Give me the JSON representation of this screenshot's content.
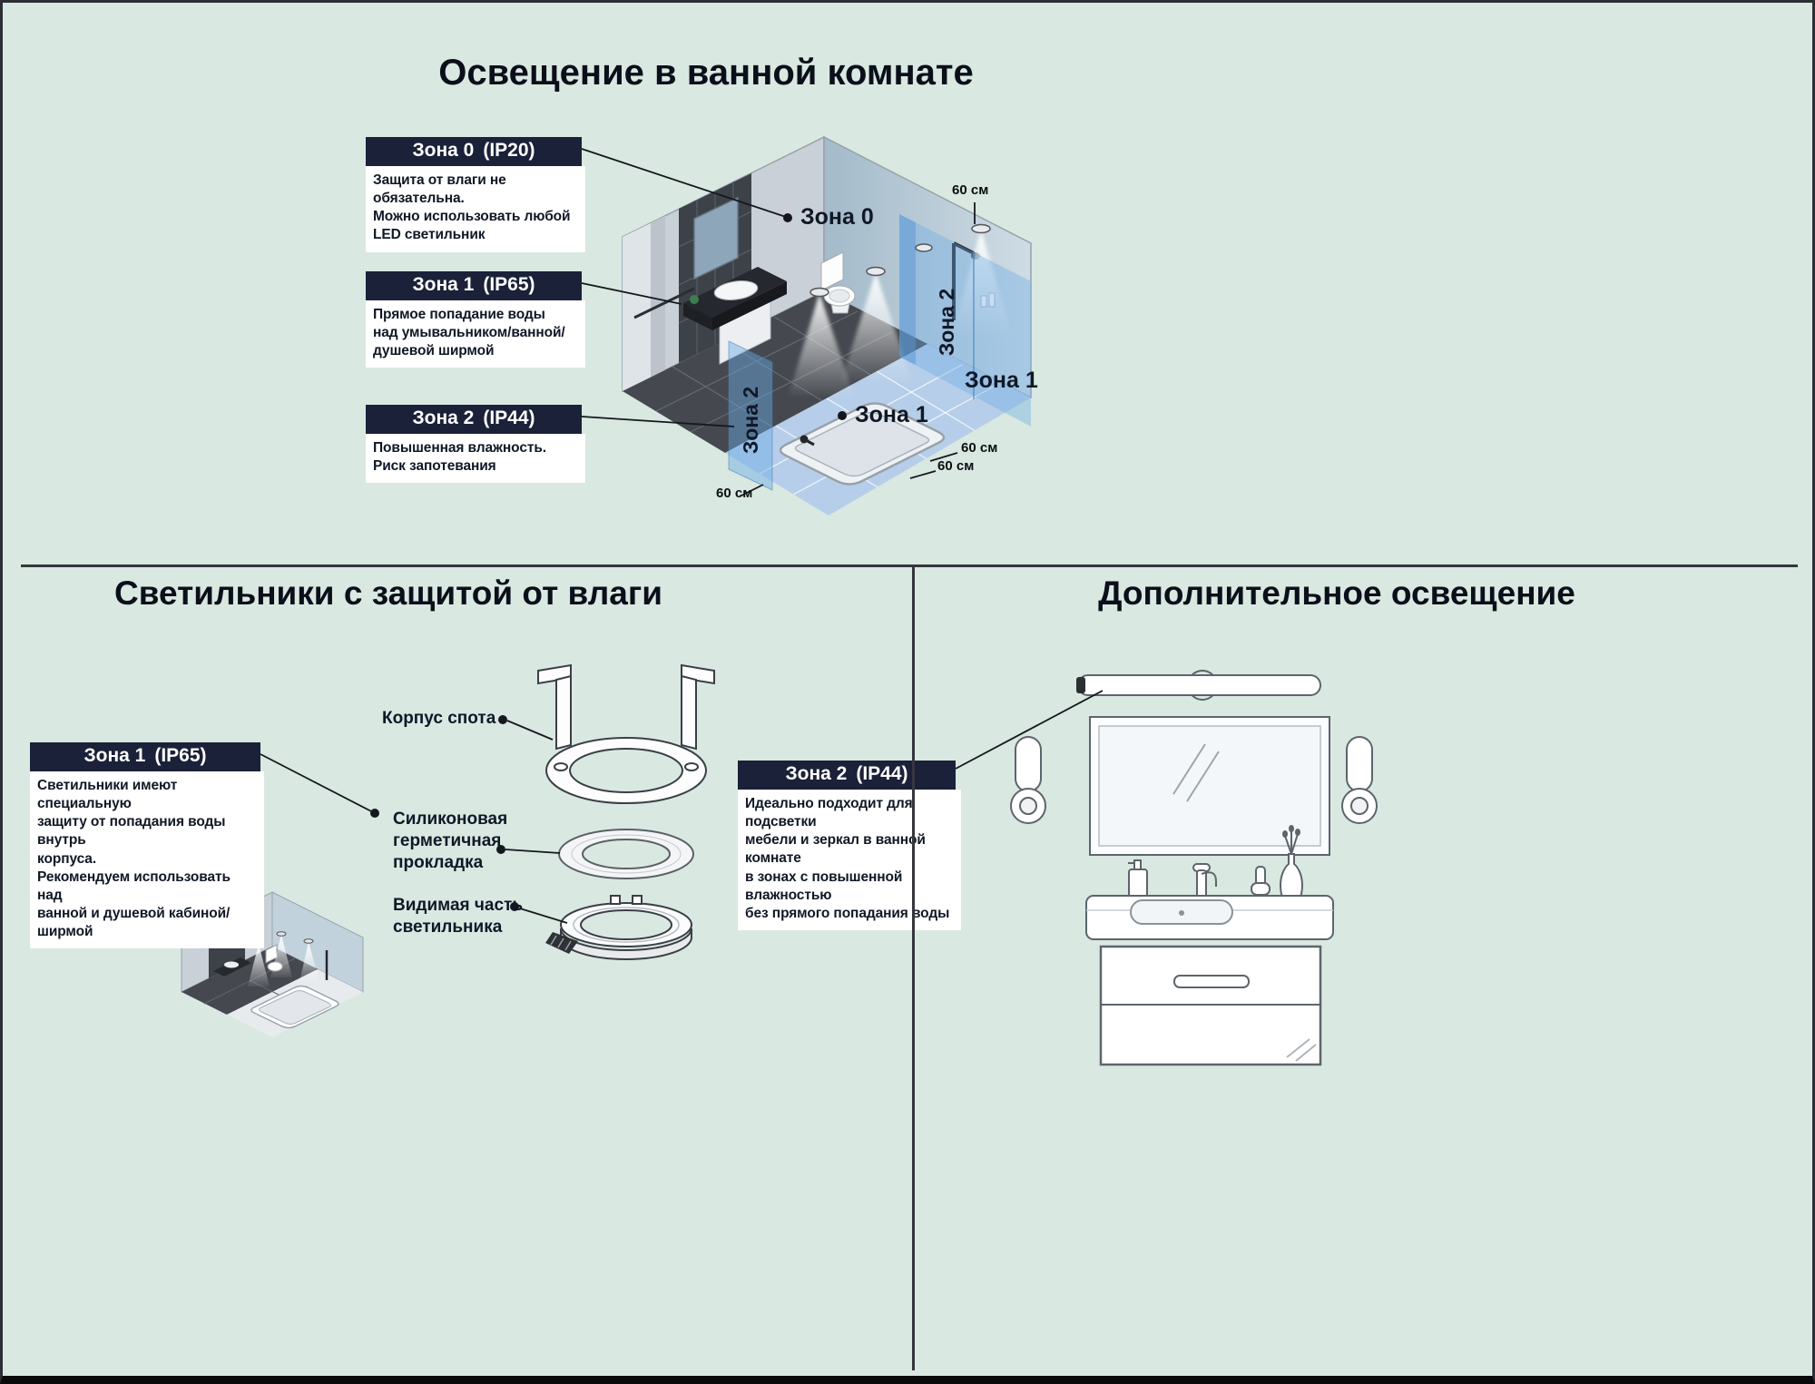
{
  "colors": {
    "background": "#d9e8e1",
    "panel_navy": "#1a2138",
    "text_dark": "#101826",
    "zone_blue": "#6aa9e4"
  },
  "top": {
    "title": "Освещение в ванной комнате",
    "callouts": [
      {
        "zone": "Зона 0",
        "ip": "(IP20)",
        "desc": "Защита от влаги не обязательна.\nМожно использовать любой\nLED светильник"
      },
      {
        "zone": "Зона 1",
        "ip": "(IP65)",
        "desc": "Прямое попадание воды\nнад умывальником/ванной/\nдушевой ширмой"
      },
      {
        "zone": "Зона 2",
        "ip": "(IP44)",
        "desc": "Повышенная влажность.\nРиск запотевания"
      }
    ],
    "labels": {
      "zone0": "Зона 0",
      "zone1": "Зона 1",
      "zone2": "Зона 2",
      "dim": "60 см"
    }
  },
  "left": {
    "title": "Светильники с защитой от влаги",
    "callout": {
      "zone": "Зона 1",
      "ip": "(IP65)",
      "desc": "Светильники имеют специальную\nзащиту от попадания воды внутрь\nкорпуса.\nРекомендуем использовать над\nванной и душевой кабиной/ширмой"
    },
    "parts": {
      "body": "Корпус спота",
      "gasket": "Силиконовая\nгерметичная\nпрокладка",
      "visible": "Видимая часть\nсветильника"
    }
  },
  "right": {
    "title": "Дополнительное освещение",
    "callout": {
      "zone": "Зона 2",
      "ip": "(IP44)",
      "desc": "Идеально подходит для подсветки\nмебели и зеркал в ванной комнате\nв зонах с повышенной влажностью\nбез прямого попадания воды"
    }
  }
}
